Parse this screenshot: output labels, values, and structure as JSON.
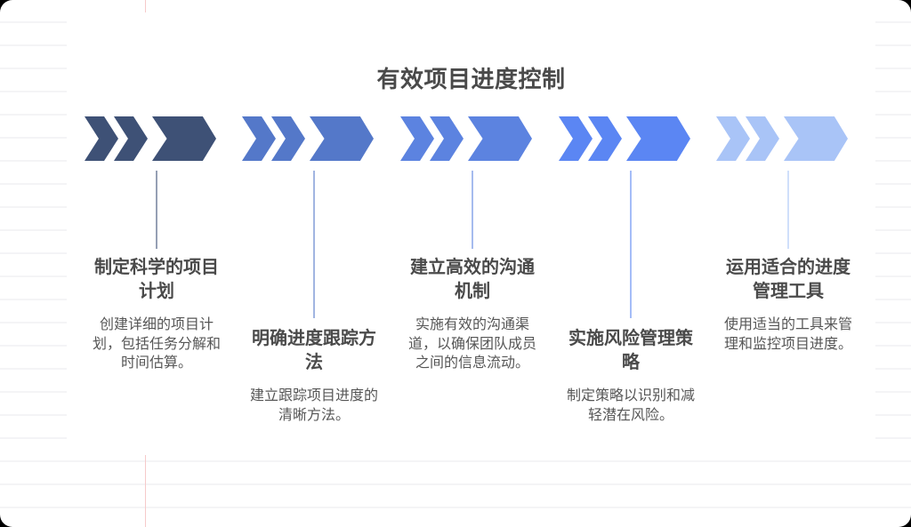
{
  "title": "有效项目进度控制",
  "stages": [
    {
      "title": "制定科学的项目计划",
      "description": "创建详细的项目计划，包括任务分解和时间估算。",
      "color": "#3e5176",
      "position": "top"
    },
    {
      "title": "明确进度跟踪方法",
      "description": "建立跟踪项目进度的清晰方法。",
      "color": "#5478c9",
      "position": "bottom"
    },
    {
      "title": "建立高效的沟通机制",
      "description": "实施有效的沟通渠道，以确保团队成员之间的信息流动。",
      "color": "#5c83e0",
      "position": "top"
    },
    {
      "title": "实施风险管理策略",
      "description": "制定策略以识别和减轻潜在风险。",
      "color": "#5b86f3",
      "position": "bottom"
    },
    {
      "title": "运用适合的进度管理工具",
      "description": "使用适当的工具来管理和监控项目进度。",
      "color": "#a9c4f7",
      "position": "top"
    }
  ],
  "colors": {
    "title_text": "#4a4a4a",
    "description_text": "#565656",
    "paper_line": "#f4f4f6",
    "margin_line": "#f6caca",
    "page_background": "#ffffff"
  }
}
